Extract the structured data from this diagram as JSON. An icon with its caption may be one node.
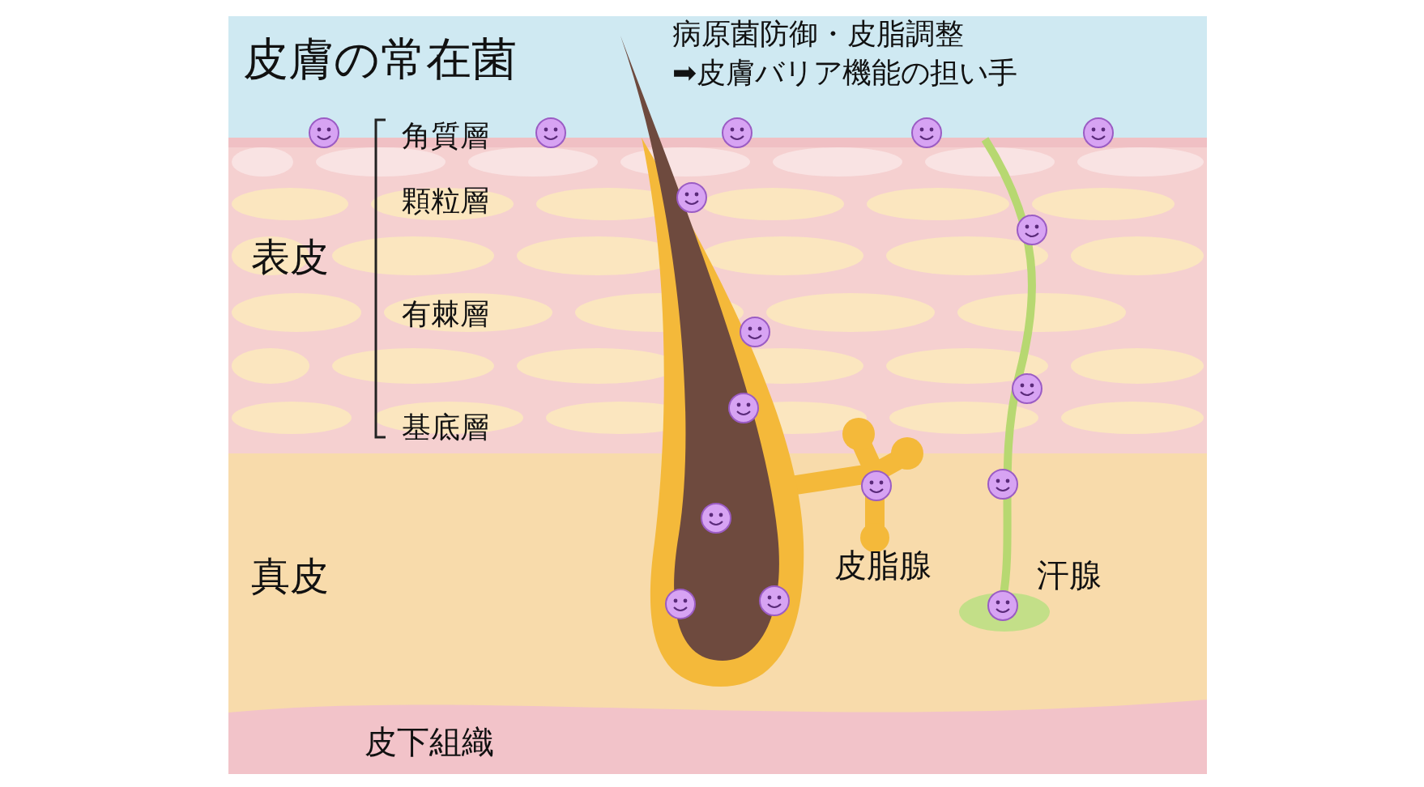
{
  "diagram": {
    "title": "皮膚の常在菌",
    "labels": [
      "病原菌防御・皮脂調整",
      "➡皮膚バリア機能の担い手",
      "角質層",
      "表皮",
      "顆粒層",
      "有棘層",
      "基底層",
      "真皮",
      "皮脂腺",
      "汗腺",
      "皮下組織"
    ]
  }
}
